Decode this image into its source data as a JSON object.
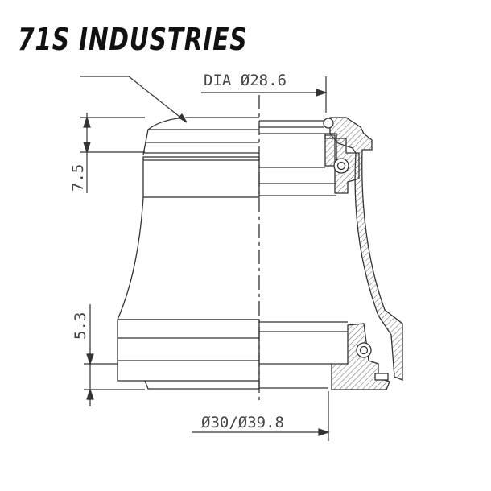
{
  "brand": {
    "name": "71S INDUSTRIES"
  },
  "dimensions": {
    "top_diameter": "DIA Ø28.6",
    "upper_height": "7.5",
    "lower_height": "5.3",
    "bottom_diameter": "Ø30/Ø39.8"
  },
  "colors": {
    "line": "#333333",
    "hatch": "#777777",
    "background": "#ffffff"
  }
}
